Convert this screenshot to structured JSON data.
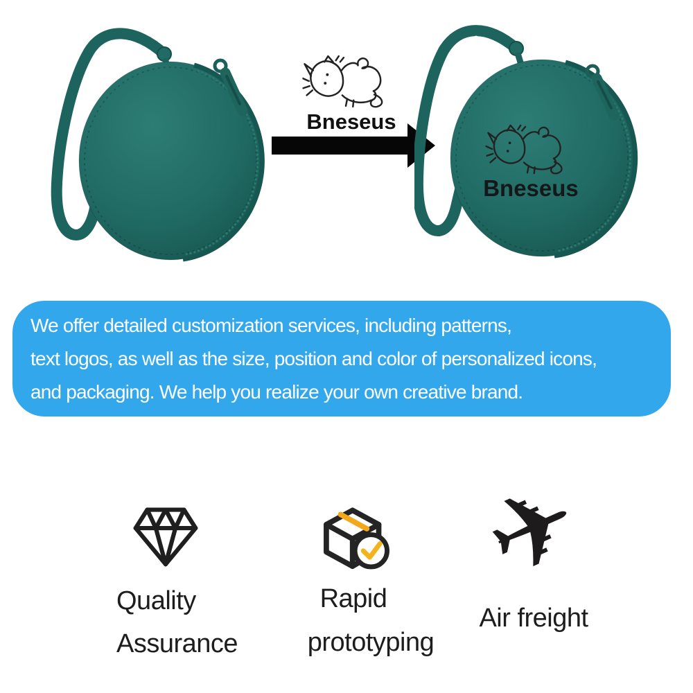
{
  "hero": {
    "center_brand_label": "Bneseus",
    "printed_brand_label": "Bneseus"
  },
  "banner": {
    "line1": "We offer detailed customization services, including patterns,",
    "line2": "text logos, as well as the size, position and color of personalized icons,",
    "line3": "and packaging. We help you realize your own creative brand.",
    "bg_color": "#33a7ec",
    "text_color": "#ffffff"
  },
  "features": {
    "quality": {
      "line1": "Quality",
      "line2": "Assurance",
      "icon": "diamond-icon"
    },
    "prototyping": {
      "line1": "Rapid",
      "line2": "prototyping",
      "icon": "box-checkmark-icon"
    },
    "freight": {
      "line1": "Air freight",
      "icon": "airplane-icon",
      "glyph": "✈"
    }
  },
  "product": {
    "pouch_color": "#216b65",
    "pouch_color_dark": "#155149",
    "strap_color": "#1e645e",
    "print_color": "#15181a",
    "accent_yellow": "#f3b01c",
    "cat_icon": "cat-doodle-icon",
    "arrow_icon": "right-arrow-icon"
  }
}
